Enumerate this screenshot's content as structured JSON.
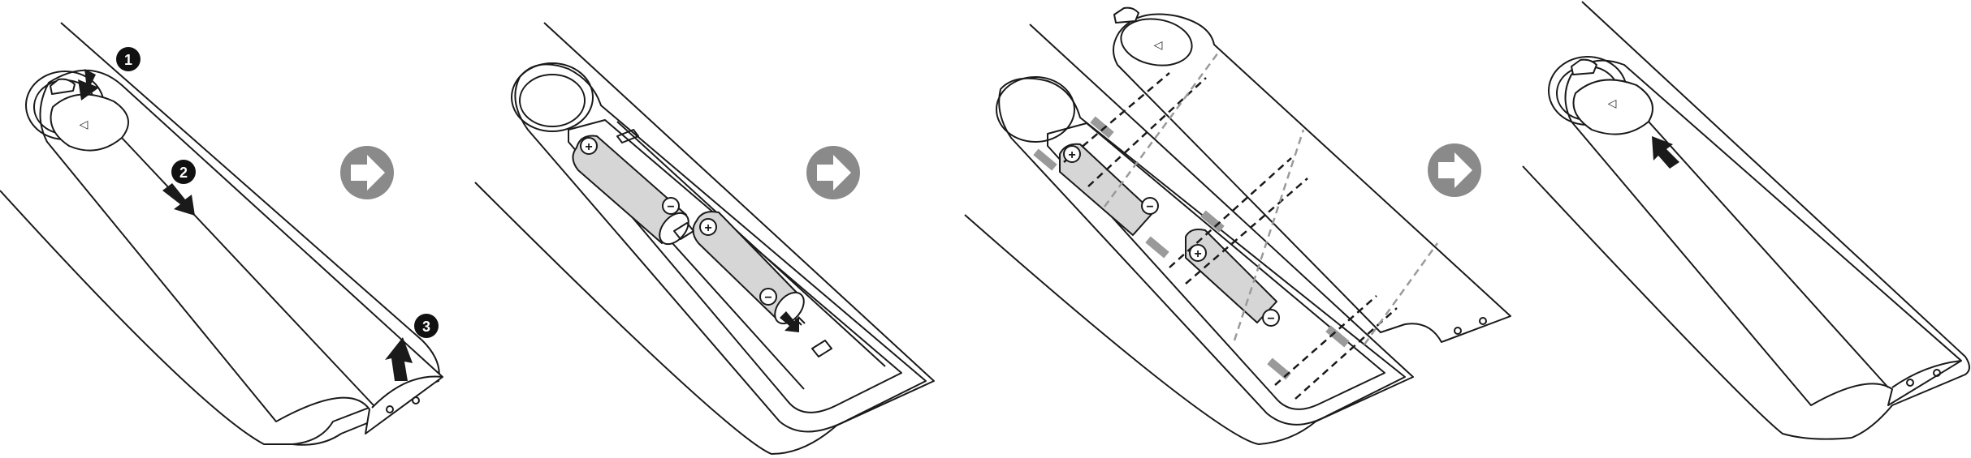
{
  "steps": [
    {
      "name": "remove-cover",
      "callouts": [
        {
          "label": "1"
        },
        {
          "label": "2"
        },
        {
          "label": "3"
        }
      ],
      "cover_mark": "◁"
    },
    {
      "name": "insert-batteries",
      "battery_symbols": [
        {
          "label": "+"
        },
        {
          "label": "−"
        },
        {
          "label": "+"
        },
        {
          "label": "−"
        }
      ]
    },
    {
      "name": "align-cover",
      "cover_mark": "◁",
      "battery_symbols": [
        {
          "label": "+"
        },
        {
          "label": "−"
        },
        {
          "label": "+"
        },
        {
          "label": "−"
        }
      ]
    },
    {
      "name": "slide-cover-closed",
      "cover_mark": "◁"
    }
  ],
  "colors": {
    "line": "#1a1a1a",
    "next_arrow_fill": "#8a8a8a",
    "battery_fill": "#d6d6d6",
    "contact_fill": "#9a9a9a",
    "callout_fill": "#111111",
    "callout_text": "#ffffff"
  },
  "icons": {
    "next_step": "right-arrow-circle-icon",
    "press_arrow": "down-arrow-icon",
    "slide_arrow": "diagonal-arrow-icon",
    "lift_arrow": "up-arrow-icon"
  }
}
